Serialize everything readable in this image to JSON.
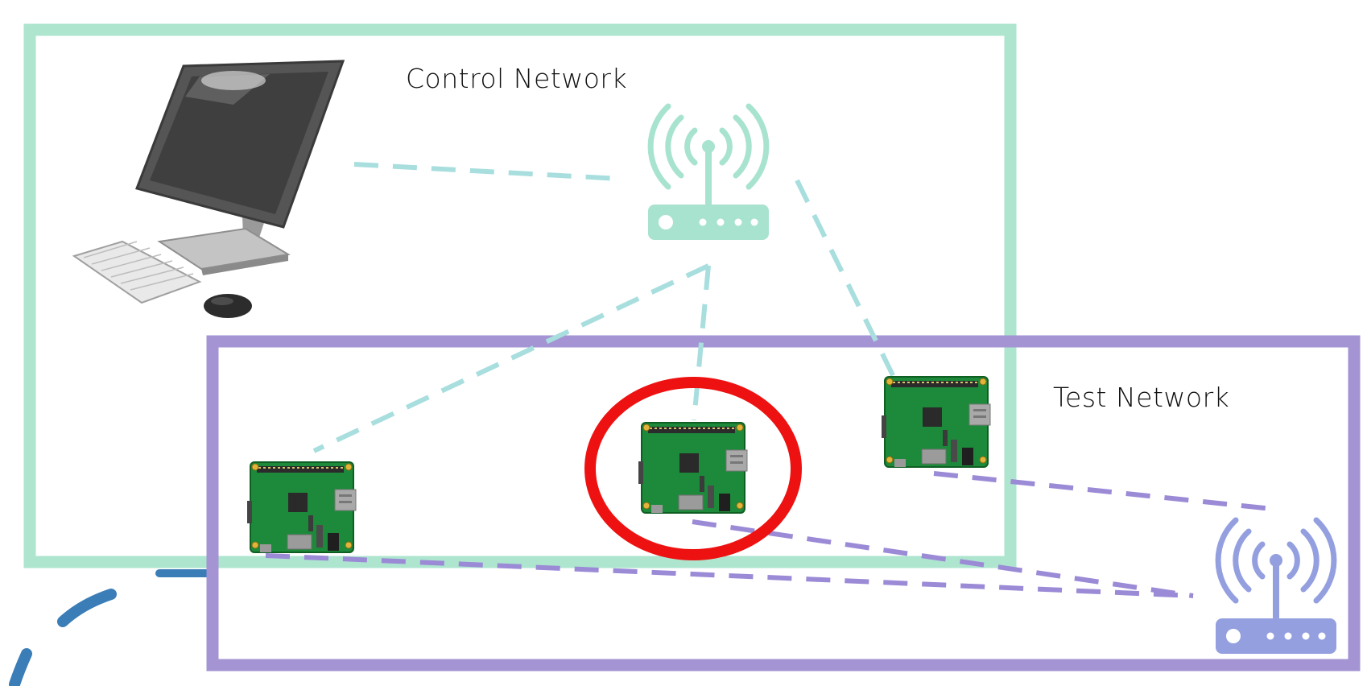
{
  "networks": {
    "control": {
      "label": "Control Network",
      "color": "#ade5cf"
    },
    "test": {
      "label": "Test Network",
      "color": "#a494d3"
    }
  },
  "colors": {
    "control_link": "#a8dede",
    "test_link": "#9b8ad6",
    "router_control": "#a8e3cf",
    "router_test": "#949fe0",
    "highlight": "#ee1111",
    "partial_arc": "#3a7db7",
    "board_green": "#1c8a3a"
  },
  "icons": {
    "computer": "desktop-computer-icon",
    "router_control": "wifi-router-icon",
    "router_test": "wifi-router-icon",
    "board": "raspberry-pi-board-icon"
  },
  "devices": {
    "boards": [
      "board-left",
      "board-middle",
      "board-right"
    ],
    "highlighted_board": "board-middle"
  }
}
